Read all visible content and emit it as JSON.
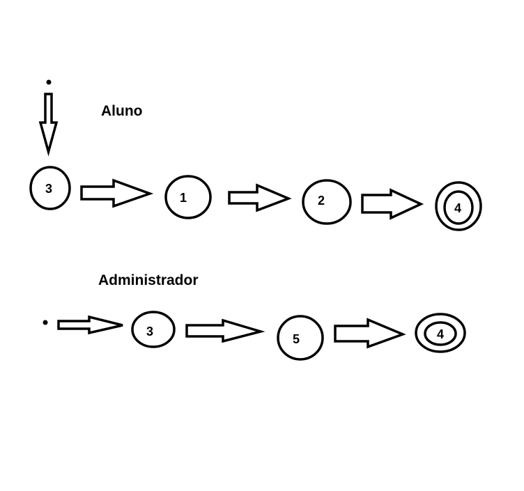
{
  "diagrams": [
    {
      "title": "Aluno",
      "states": [
        "3",
        "1",
        "2",
        "4"
      ]
    },
    {
      "title": "Administrador",
      "states": [
        "3",
        "5",
        "4"
      ]
    }
  ]
}
